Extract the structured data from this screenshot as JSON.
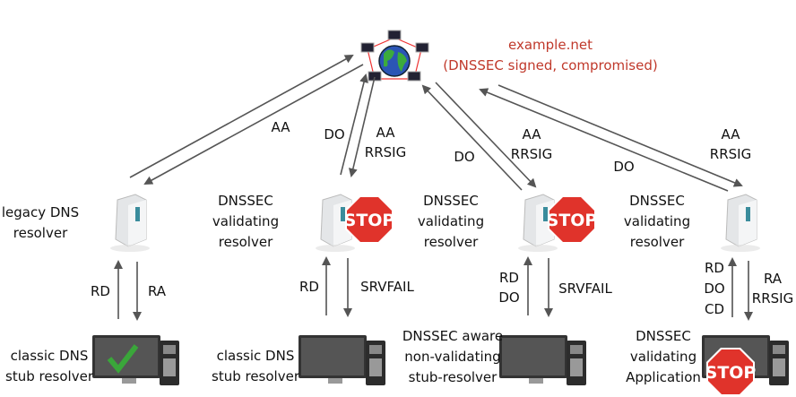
{
  "zone": {
    "name": "example.net",
    "status": "(DNSSEC signed, compromised)",
    "color": "#c0392b"
  },
  "columns": [
    {
      "resolver": [
        "legacy DNS",
        "resolver"
      ],
      "client": [
        "classic DNS",
        "stub resolver"
      ],
      "upstream_up": [],
      "upstream_down": [
        "AA"
      ],
      "client_up": [
        "RD"
      ],
      "client_down": [
        "RA"
      ],
      "resolver_stop": false,
      "client_check": true
    },
    {
      "resolver": [
        "DNSSEC",
        "validating",
        "resolver"
      ],
      "client": [
        "classic DNS",
        "stub resolver"
      ],
      "upstream_up": [
        "DO"
      ],
      "upstream_down": [
        "AA",
        "RRSIG"
      ],
      "client_up": [
        "RD"
      ],
      "client_down": [
        "SRVFAIL"
      ],
      "resolver_stop": true
    },
    {
      "resolver": [
        "DNSSEC",
        "validating",
        "resolver"
      ],
      "client": [
        "DNSSEC aware",
        "non-validating",
        "stub-resolver"
      ],
      "upstream_up": [
        "DO"
      ],
      "upstream_down": [
        "AA",
        "RRSIG"
      ],
      "client_up": [
        "RD",
        "DO"
      ],
      "client_down": [
        "SRVFAIL"
      ],
      "resolver_stop": true
    },
    {
      "resolver": [
        "DNSSEC",
        "validating",
        "resolver"
      ],
      "client": [
        "DNSSEC",
        "validating",
        "Application"
      ],
      "upstream_up": [
        "DO"
      ],
      "upstream_down": [
        "AA",
        "RRSIG"
      ],
      "client_up": [
        "RD",
        "DO",
        "CD"
      ],
      "client_down": [
        "RA",
        "RRSIG"
      ],
      "client_stop": true
    }
  ],
  "stop_label": "STOP",
  "colors": {
    "stop": "#e0332b",
    "arrow": "#666666"
  }
}
